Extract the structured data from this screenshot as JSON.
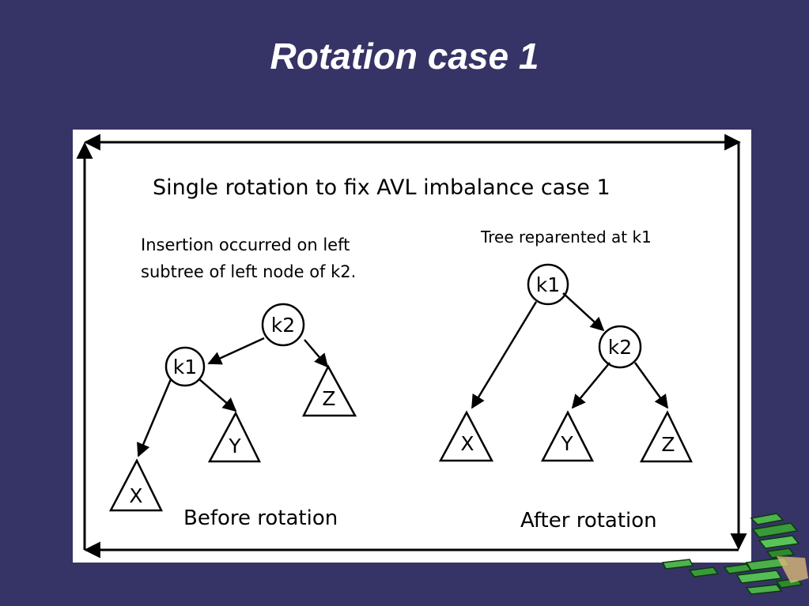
{
  "slide": {
    "title": "Rotation case 1"
  },
  "diagram": {
    "heading": "Single rotation to fix AVL imbalance case 1",
    "before": {
      "note_line1": "Insertion occurred on left",
      "note_line2": "subtree of left node of k2.",
      "caption": "Before rotation",
      "nodes": {
        "root": "k2",
        "left": "k1"
      },
      "subtrees": {
        "a": "X",
        "b": "Y",
        "c": "Z"
      }
    },
    "after": {
      "note": "Tree reparented at k1",
      "caption": "After rotation",
      "nodes": {
        "root": "k1",
        "right": "k2"
      },
      "subtrees": {
        "a": "X",
        "b": "Y",
        "c": "Z"
      }
    }
  },
  "colors": {
    "background": "#363366",
    "title": "#ffffff",
    "figure": "#ffffff",
    "ink": "#000000"
  }
}
